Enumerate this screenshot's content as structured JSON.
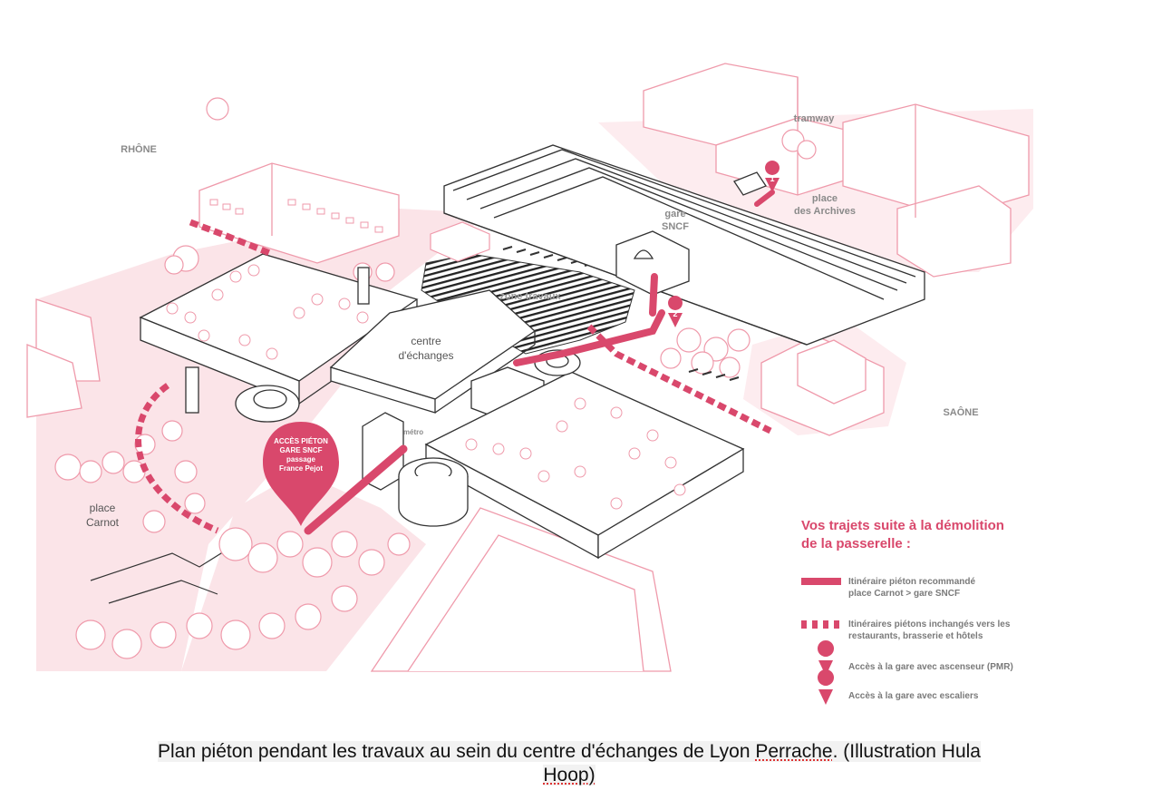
{
  "colors": {
    "accent": "#d9486c",
    "pink_zone": "#fbe4e8",
    "pink_line": "#ef9aab",
    "building_line": "#3a3a3a"
  },
  "map": {
    "labels": {
      "rhone": "RHÔNE",
      "saone": "SAÔNE",
      "tramway": "tramway",
      "place_archives_1": "place",
      "place_archives_2": "des Archives",
      "gare_1": "gare",
      "gare_2": "SNCF",
      "centre_1": "centre",
      "centre_2": "d'échanges",
      "zone_1": "zone",
      "zone_2": "travaux",
      "metro": "métro",
      "place_carnot_1": "place",
      "place_carnot_2": "Carnot"
    },
    "pin": {
      "line1": "ACCÈS PIÉTON",
      "line2": "GARE SNCF",
      "line3": "passage",
      "line4": "France Pejot"
    },
    "markers": [
      "1",
      "2"
    ]
  },
  "legend": {
    "title_1": "Vos trajets suite à la démolition",
    "title_2": "de la passerelle :",
    "items": [
      {
        "line1": "Itinéraire piéton recommandé",
        "line2": "place Carnot > gare SNCF",
        "icon": "solid-line-icon"
      },
      {
        "line1": "Itinéraires piétons inchangés vers les",
        "line2": "restaurants, brasserie et hôtels",
        "icon": "dashed-line-icon"
      },
      {
        "line1": "Accès à la gare avec ascenseur (PMR)",
        "icon": "pin-1-icon"
      },
      {
        "line1": "Accès à la gare avec escaliers",
        "icon": "pin-2-icon"
      }
    ]
  },
  "caption": {
    "line1_a": "Plan piéton pendant les travaux au sein du centre d'échanges de Lyon ",
    "line1_b": "Perrache",
    "line1_c": ". (Illustration Hula",
    "line2": "Hoop)"
  }
}
